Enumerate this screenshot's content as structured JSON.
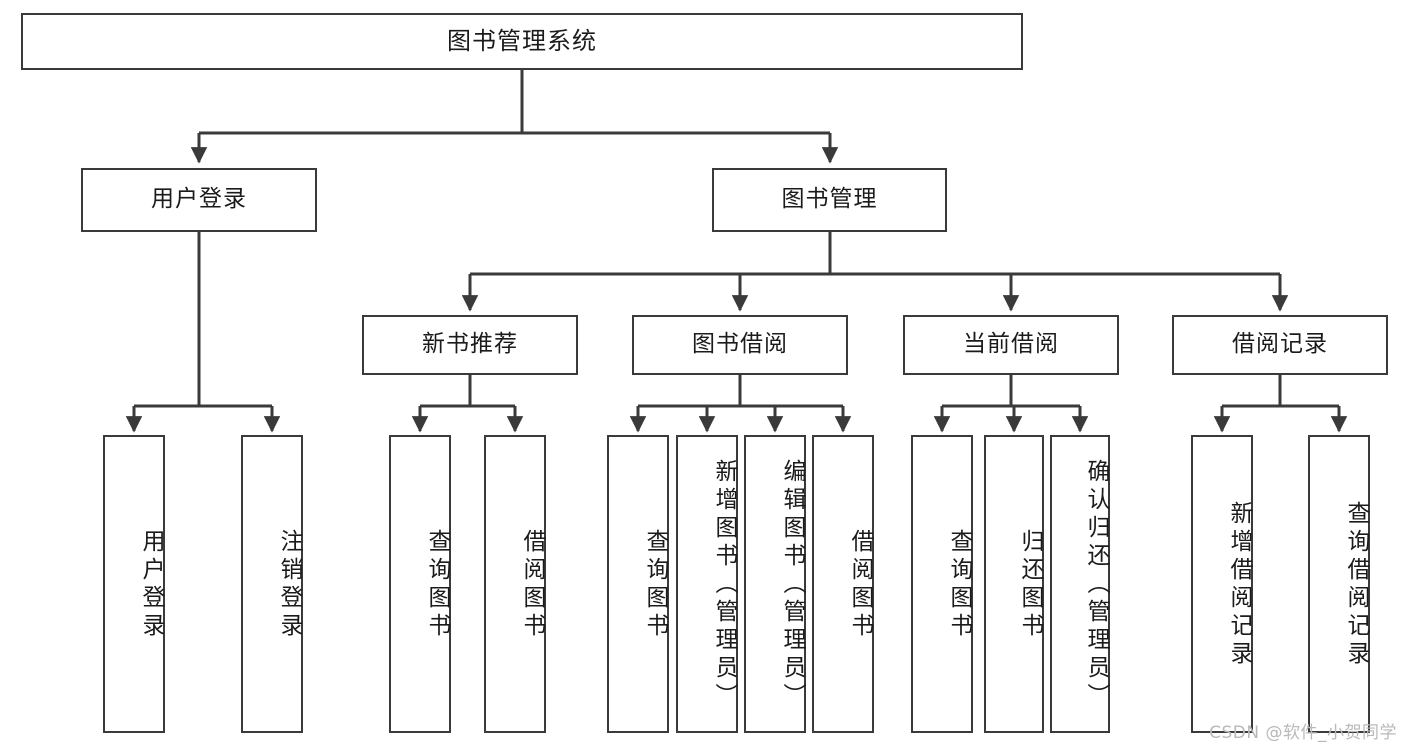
{
  "diagram": {
    "title": "图书管理系统",
    "type": "tree-hierarchy-chart",
    "root": {
      "label": "图书管理系统"
    },
    "level2": [
      {
        "label": "用户登录"
      },
      {
        "label": "图书管理"
      }
    ],
    "level3": [
      {
        "label": "新书推荐"
      },
      {
        "label": "图书借阅"
      },
      {
        "label": "当前借阅"
      },
      {
        "label": "借阅记录"
      }
    ],
    "leaves": {
      "user_login": [
        {
          "label": "用户登录"
        },
        {
          "label": "注销登录"
        }
      ],
      "new_book_recommend": [
        {
          "label": "查询图书"
        },
        {
          "label": "借阅图书"
        }
      ],
      "book_borrow": [
        {
          "label": "查询图书"
        },
        {
          "label": "新增图书（管理员）"
        },
        {
          "label": "编辑图书（管理员）"
        },
        {
          "label": "借阅图书"
        }
      ],
      "current_borrow": [
        {
          "label": "查询图书"
        },
        {
          "label": "归还图书"
        },
        {
          "label": "确认归还（管理员）"
        }
      ],
      "borrow_record": [
        {
          "label": "新增借阅记录"
        },
        {
          "label": "查询借阅记录"
        }
      ]
    }
  },
  "watermark": {
    "text": "CSDN @软件_小贺同学"
  },
  "colors": {
    "border": "#3a3a3a",
    "background": "#ffffff",
    "text": "#1b1b1b",
    "watermark": "#b9b9b9"
  }
}
